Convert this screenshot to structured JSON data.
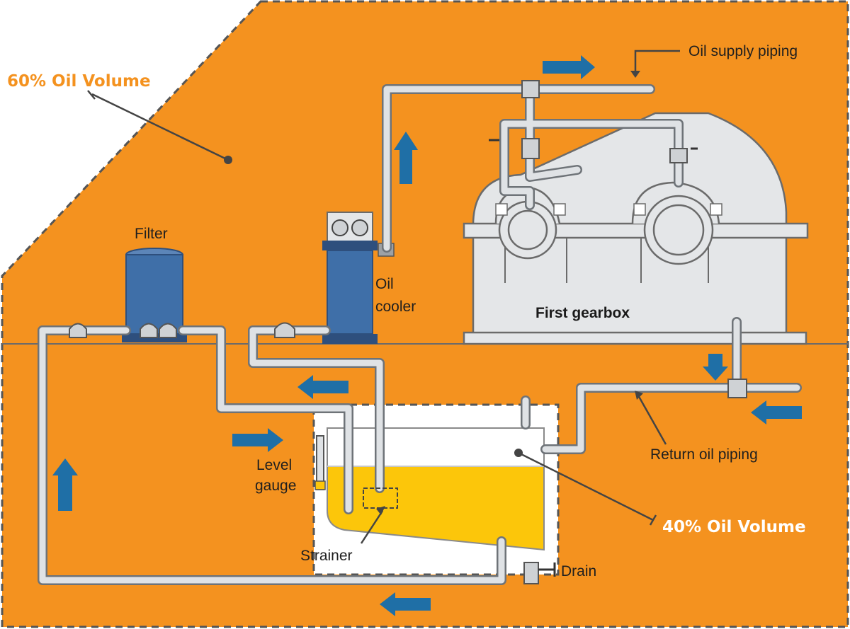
{
  "colors": {
    "background": "#f4921f",
    "tank_region": "#ffffff",
    "oil": "#fcc60a",
    "gearbox": "#e4e6e8",
    "arrow": "#1f6fa6",
    "pipe_outline": "#6e7378",
    "pipe_fill": "#dfe2e5",
    "vessel_blue": "#3f6fa8",
    "callout_60": "#f4921f",
    "callout_40": "#ffffff"
  },
  "callouts": {
    "upper": "60% Oil Volume",
    "lower": "40% Oil Volume"
  },
  "labels": {
    "filter": "Filter",
    "oil_cooler_1": "Oil",
    "oil_cooler_2": "cooler",
    "oil_supply_piping": "Oil supply piping",
    "first_gearbox": "First gearbox",
    "return_oil_piping": "Return oil piping",
    "level_gauge_1": "Level",
    "level_gauge_2": "gauge",
    "strainer": "Strainer",
    "drain": "Drain"
  },
  "icons": {
    "flow_arrow": "arrow-icon",
    "valve": "valve-icon"
  }
}
